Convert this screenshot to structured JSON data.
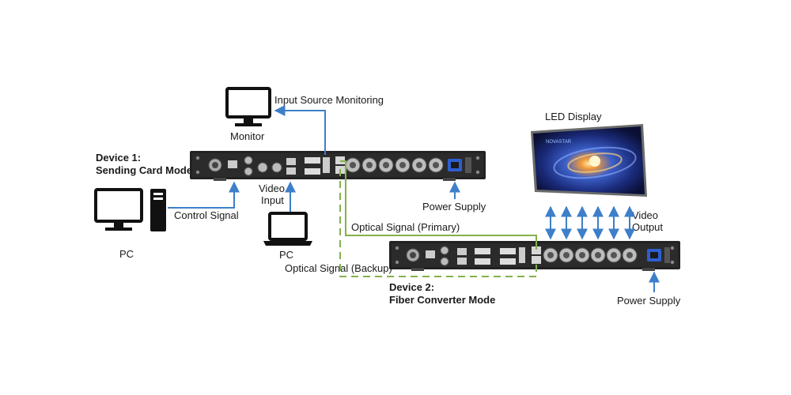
{
  "labels": {
    "input_source_monitoring": "Input Source Monitoring",
    "monitor": "Monitor",
    "device1_line1": "Device 1:",
    "device1_line2": "Sending Card Mode",
    "control_signal": "Control Signal",
    "pc_left": "PC",
    "video_input_line1": "Video",
    "video_input_line2": "Input",
    "pc_laptop": "PC",
    "power_supply_1": "Power Supply",
    "led_display": "LED Display",
    "optical_primary": "Optical Signal (Primary)",
    "optical_backup": "Optical Signal (Backup)",
    "video_output_line1": "Video",
    "video_output_line2": "Output",
    "device2_line1": "Device 2:",
    "device2_line2": "Fiber Converter Mode",
    "power_supply_2": "Power Supply",
    "screen_logo": "NOVASTAR"
  },
  "colors": {
    "signal_blue": "#3d7fc9",
    "fiber_green": "#82b24a",
    "device_body": "#222222",
    "power_port": "#2d5fd0"
  }
}
